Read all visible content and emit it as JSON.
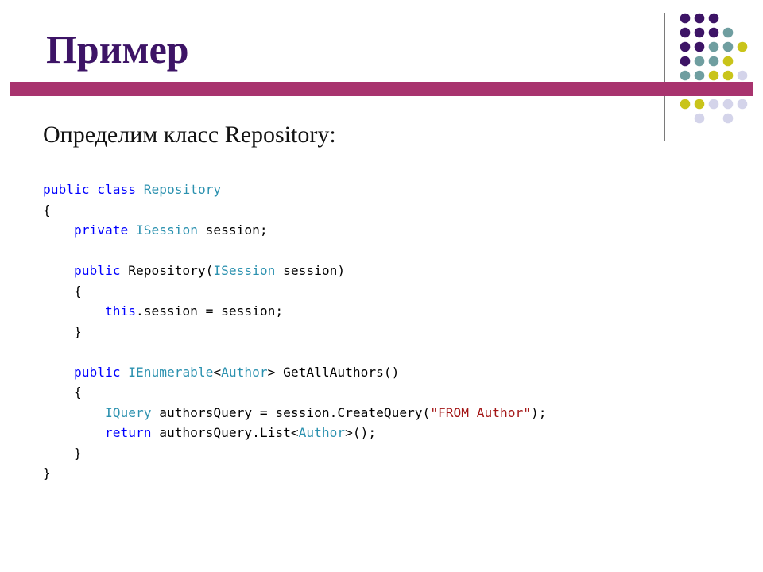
{
  "slide": {
    "title": "Пример",
    "subtitle": "Определим класс Repository:"
  },
  "colors": {
    "title": "#3d1466",
    "bar": "#a8336e",
    "dot_purple": "#3d1466",
    "dot_teal": "#6f9ea0",
    "dot_olive": "#c9c41a",
    "dot_lavender": "#d4d4ea",
    "code_keyword": "#0000ff",
    "code_type": "#2b91af",
    "code_string": "#a31515"
  },
  "code": {
    "language": "C#",
    "lines": [
      [
        [
          "kw",
          "public"
        ],
        [
          "p",
          " "
        ],
        [
          "kw",
          "class"
        ],
        [
          "p",
          " "
        ],
        [
          "type",
          "Repository"
        ]
      ],
      [
        [
          "p",
          "{"
        ]
      ],
      [
        [
          "p",
          "    "
        ],
        [
          "kw",
          "private"
        ],
        [
          "p",
          " "
        ],
        [
          "type",
          "ISession"
        ],
        [
          "p",
          " session;"
        ]
      ],
      [],
      [
        [
          "p",
          "    "
        ],
        [
          "kw",
          "public"
        ],
        [
          "p",
          " Repository("
        ],
        [
          "type",
          "ISession"
        ],
        [
          "p",
          " session)"
        ]
      ],
      [
        [
          "p",
          "    {"
        ]
      ],
      [
        [
          "p",
          "        "
        ],
        [
          "kw",
          "this"
        ],
        [
          "p",
          ".session = session;"
        ]
      ],
      [
        [
          "p",
          "    }"
        ]
      ],
      [],
      [
        [
          "p",
          "    "
        ],
        [
          "kw",
          "public"
        ],
        [
          "p",
          " "
        ],
        [
          "type",
          "IEnumerable"
        ],
        [
          "p",
          "<"
        ],
        [
          "type",
          "Author"
        ],
        [
          "p",
          "> GetAllAuthors()"
        ]
      ],
      [
        [
          "p",
          "    {"
        ]
      ],
      [
        [
          "p",
          "        "
        ],
        [
          "type",
          "IQuery"
        ],
        [
          "p",
          " authorsQuery = session.CreateQuery("
        ],
        [
          "str",
          "\"FROM Author\""
        ],
        [
          "p",
          ");"
        ]
      ],
      [
        [
          "p",
          "        "
        ],
        [
          "kw",
          "return"
        ],
        [
          "p",
          " authorsQuery.List<"
        ],
        [
          "type",
          "Author"
        ],
        [
          "p",
          ">();"
        ]
      ],
      [
        [
          "p",
          "    }"
        ]
      ],
      [
        [
          "p",
          "}"
        ]
      ]
    ]
  }
}
